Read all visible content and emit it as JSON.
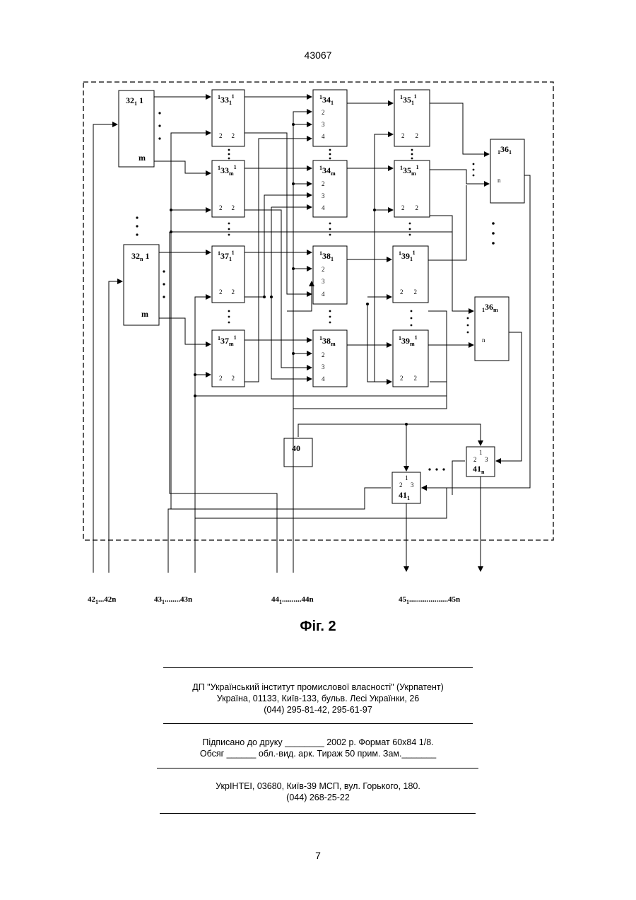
{
  "header": {
    "page_code": "43067"
  },
  "figure": {
    "caption": "Фіг. 2",
    "blocks": {
      "b32_1": {
        "num": "32",
        "sub": "1",
        "mark": "1",
        "out": "m"
      },
      "b32_n": {
        "num": "32",
        "sub": "n",
        "mark": "1",
        "out": "m"
      },
      "b33_1": {
        "num": "33",
        "sub": "1",
        "pre": "1",
        "post": "1",
        "p1": "2",
        "p2": "2"
      },
      "b33_m": {
        "num": "33",
        "sub": "m",
        "pre": "1",
        "post": "1",
        "p1": "2",
        "p2": "2"
      },
      "b34_1": {
        "num": "34",
        "sub": "1",
        "pre": "1",
        "ports": [
          "2",
          "3",
          "4"
        ]
      },
      "b34_m": {
        "num": "34",
        "sub": "m",
        "pre": "1",
        "ports": [
          "2",
          "3",
          "4"
        ]
      },
      "b35_1": {
        "num": "35",
        "sub": "1",
        "pre": "1",
        "post": "1",
        "p1": "2",
        "p2": "2"
      },
      "b35_m": {
        "num": "35",
        "sub": "m",
        "pre": "1",
        "post": "1",
        "p1": "2",
        "p2": "2"
      },
      "b36_1": {
        "num": "36",
        "sub": "1",
        "pre": "1",
        "out": "n"
      },
      "b36_m": {
        "num": "36",
        "sub": "m",
        "pre": "1",
        "out": "n"
      },
      "b37_1": {
        "num": "37",
        "sub": "1",
        "pre": "1",
        "post": "1",
        "p1": "2",
        "p2": "2"
      },
      "b37_m": {
        "num": "37",
        "sub": "m",
        "pre": "1",
        "post": "1",
        "p1": "2",
        "p2": "2"
      },
      "b38_1": {
        "num": "38",
        "sub": "1",
        "pre": "1",
        "ports": [
          "2",
          "3",
          "4"
        ]
      },
      "b38_m": {
        "num": "38",
        "sub": "m",
        "pre": "1",
        "ports": [
          "2",
          "3",
          "4"
        ]
      },
      "b39_1": {
        "num": "39",
        "sub": "1",
        "pre": "1",
        "post": "1",
        "p1": "2",
        "p2": "2"
      },
      "b39_m": {
        "num": "39",
        "sub": "m",
        "pre": "1",
        "post": "1",
        "p1": "2",
        "p2": "2"
      },
      "b40": {
        "num": "40"
      },
      "b41_1": {
        "num": "41",
        "sub": "1",
        "ports": [
          "1",
          "2",
          "3"
        ]
      },
      "b41_n": {
        "num": "41",
        "sub": "n",
        "ports": [
          "1",
          "2",
          "3"
        ]
      }
    },
    "buses": {
      "b42": {
        "start": "42",
        "start_sub": "1",
        "sep": "...",
        "end": "42n"
      },
      "b43": {
        "start": "43",
        "start_sub": "1",
        "sep": "........",
        "end": "43n"
      },
      "b44": {
        "start": "44",
        "start_sub": "1",
        "sep": "..........",
        "end": "44n"
      },
      "b45": {
        "start": "45",
        "start_sub": "1",
        "sep": "....................",
        "end": "45n"
      }
    }
  },
  "imprint": {
    "org": "ДП \"Український інститут промислової власності\" (Укрпатент)",
    "address": "Україна, 01133, Київ-133, бульв. Лесі Українки, 26",
    "phones": "(044) 295-81-42, 295-61-97",
    "signed": "Підписано до друку ________ 2002 р.    Формат 60х84 1/8.",
    "volume": "Обсяг ______ обл.-вид. арк.   Тираж 50 прим.    Зам._______",
    "printer": "УкрІНТЕІ, 03680, Київ-39 МСП, вул. Горького, 180.",
    "printer_phone": "(044) 268-25-22"
  },
  "footer": {
    "page_number": "7"
  }
}
